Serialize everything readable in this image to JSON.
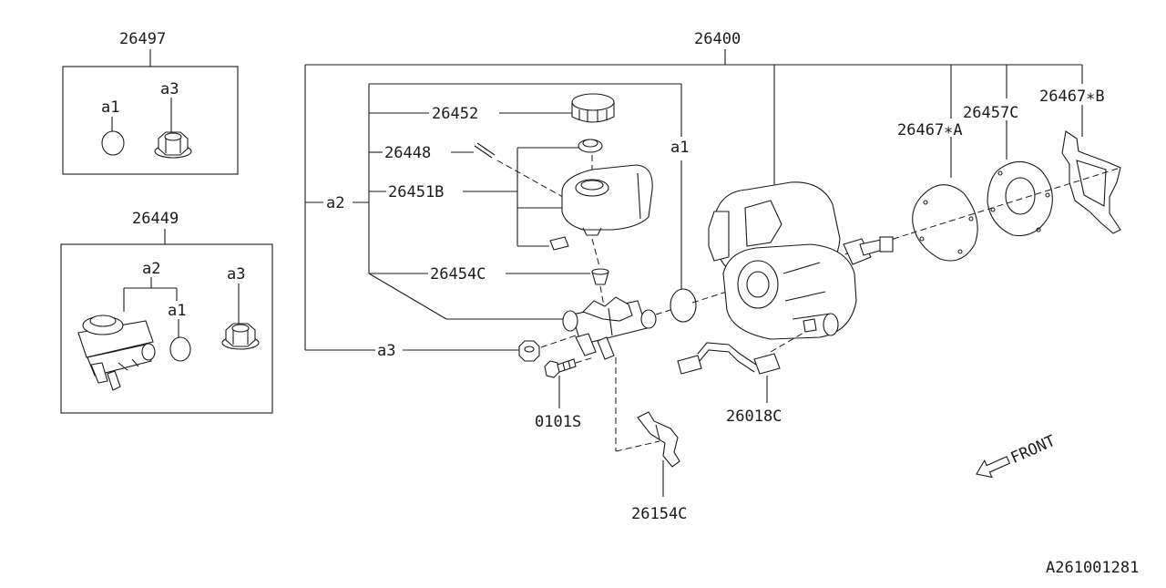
{
  "diagram_id": "A261001281",
  "labels": {
    "main_assembly": "26400",
    "kit_seal": "26497",
    "kit_master": "26449",
    "cap": "26452",
    "pin": "26448",
    "reservoir": "26451B",
    "grommet": "26454C",
    "gasket_a": "26467∗A",
    "gasket_c": "26457C",
    "gasket_b": "26467∗B",
    "bolt": "0101S",
    "sensor": "26018C",
    "bracket": "26154C",
    "front": "FRONT"
  },
  "callouts": {
    "a1": "a1",
    "a2": "a2",
    "a3": "a3"
  }
}
